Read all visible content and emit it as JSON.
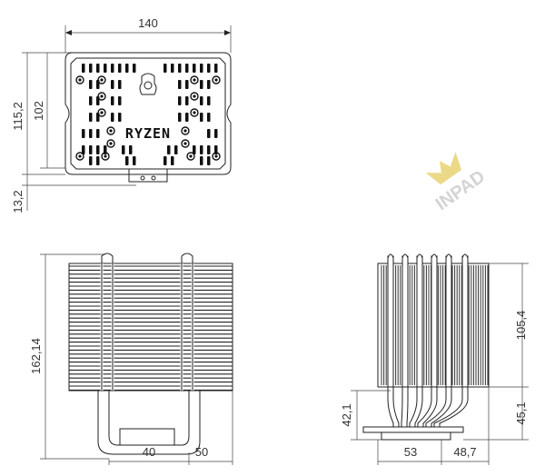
{
  "top_view": {
    "width_dim": "140",
    "height_dim_outer": "115,2",
    "height_dim_inner": "102",
    "bracket_dim": "13,2",
    "plate_label": "RYZEN"
  },
  "front_view": {
    "height_dim": "162,14",
    "base_dim_a": "40",
    "base_dim_b": "50"
  },
  "side_view": {
    "fin_height_dim": "105,4",
    "base_height_left": "42,1",
    "base_height_right": "45,1",
    "width_dim_a": "53",
    "width_dim_b": "48,7"
  },
  "watermark": {
    "text": "INPAD",
    "color": "#e6cf6a"
  }
}
